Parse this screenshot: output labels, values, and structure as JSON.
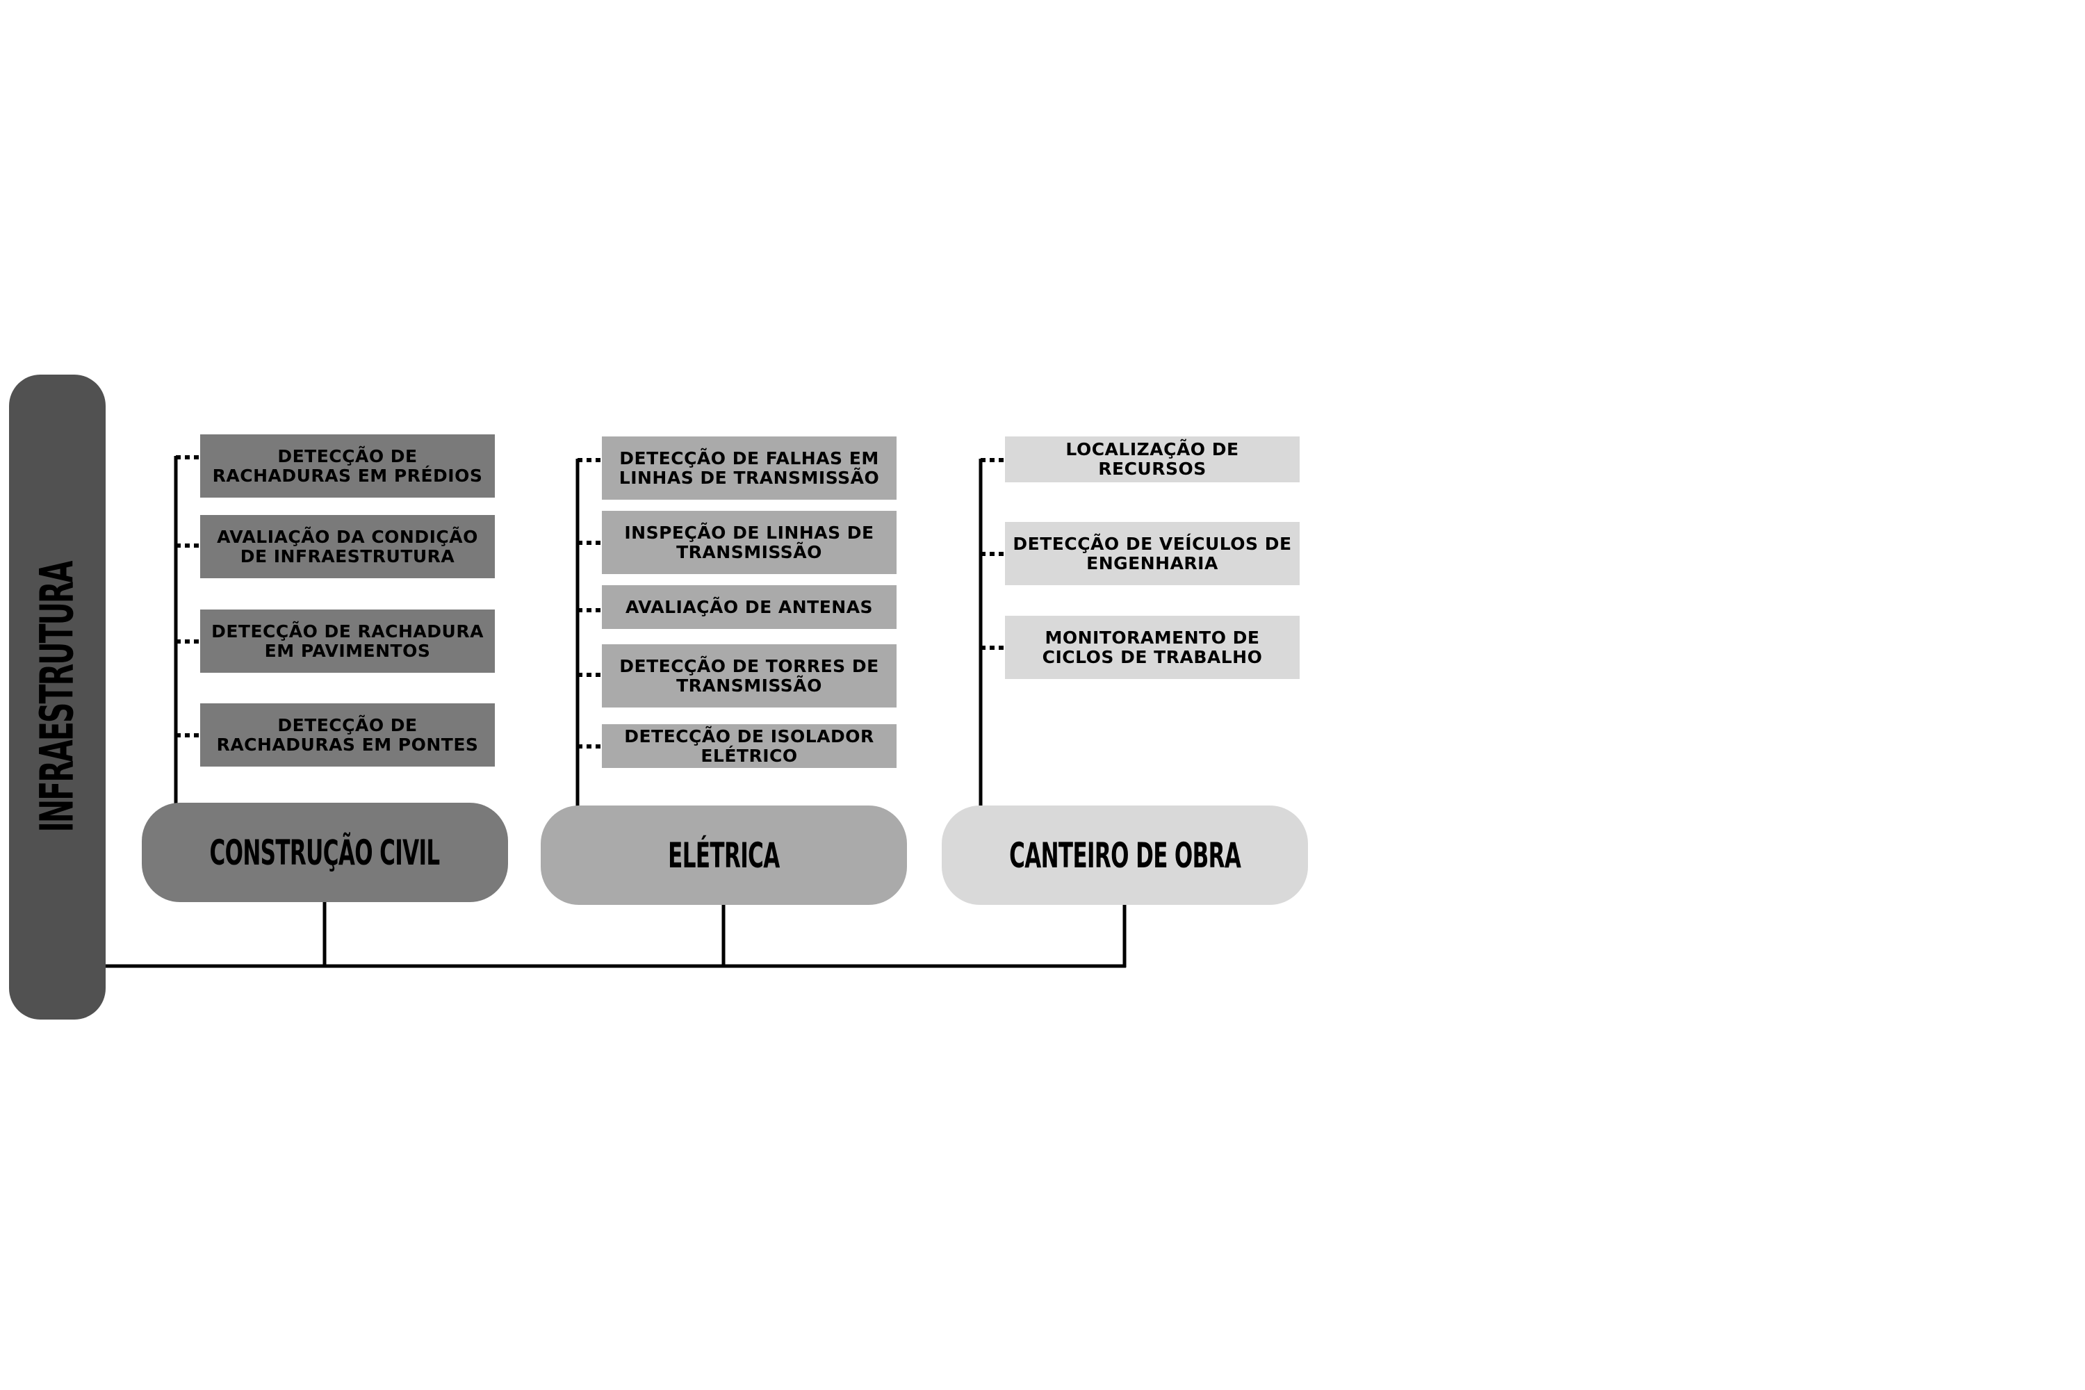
{
  "root": {
    "label": "INFRAESTRUTURA"
  },
  "categories": [
    {
      "label": "CONSTRUÇÃO CIVIL",
      "color": "#7a7a7a",
      "items": [
        "DETECÇÃO DE RACHADURAS EM PRÉDIOS",
        "AVALIAÇÃO DA CONDIÇÃO DE INFRAESTRUTURA",
        "DETECÇÃO DE RACHADURA EM PAVIMENTOS",
        "DETECÇÃO DE RACHADURAS EM PONTES"
      ]
    },
    {
      "label": "ELÉTRICA",
      "color": "#aaaaaa",
      "items": [
        "DETECÇÃO DE FALHAS EM LINHAS DE TRANSMISSÃO",
        "INSPEÇÃO DE LINHAS DE TRANSMISSÃO",
        "AVALIAÇÃO DE ANTENAS",
        "DETECÇÃO DE TORRES DE TRANSMISSÃO",
        "DETECÇÃO DE ISOLADOR ELÉTRICO"
      ]
    },
    {
      "label": "CANTEIRO DE OBRA",
      "color": "#d9d9d9",
      "items": [
        "LOCALIZAÇÃO DE RECURSOS",
        "DETECÇÃO DE VEÍCULOS DE ENGENHARIA",
        "MONITORAMENTO DE CICLOS DE TRABALHO"
      ]
    }
  ]
}
